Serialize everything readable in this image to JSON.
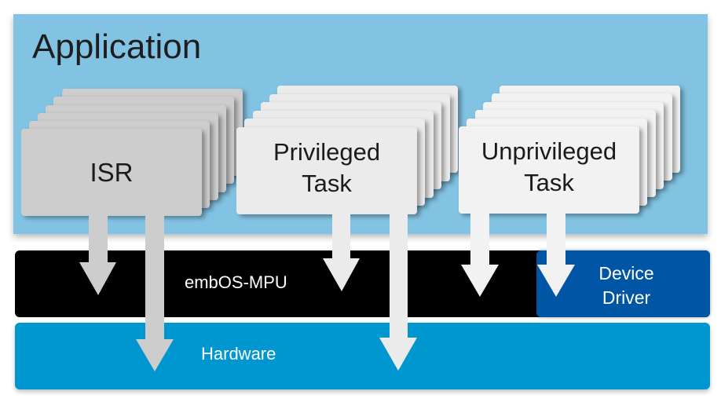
{
  "diagram": {
    "title": "embOS-MPU architecture",
    "layers": {
      "application": {
        "label": "Application",
        "color": "#82c3e3"
      },
      "os": {
        "label": "embOS-MPU",
        "color": "#000000"
      },
      "device_driver": {
        "label": "Device\nDriver",
        "color": "#0055a5"
      },
      "hardware": {
        "label": "Hardware",
        "color": "#0096cf"
      }
    },
    "stacks": [
      {
        "name": "isr",
        "label": "ISR",
        "card_count": 6,
        "color": "#cdcdcd",
        "arrows_to": [
          "embOS-MPU",
          "Hardware"
        ]
      },
      {
        "name": "privileged-task",
        "label": "Privileged\nTask",
        "card_count": 6,
        "color": "#ebebeb",
        "arrows_to": [
          "embOS-MPU",
          "Hardware"
        ]
      },
      {
        "name": "unprivileged-task",
        "label": "Unprivileged\nTask",
        "card_count": 6,
        "color": "#f2f2f2",
        "arrows_to": [
          "embOS-MPU",
          "Device Driver"
        ]
      }
    ],
    "arrow_colors": {
      "isr": "#cdcdcd",
      "privileged": "#ebebeb",
      "unprivileged": "#f2f2f2"
    }
  }
}
